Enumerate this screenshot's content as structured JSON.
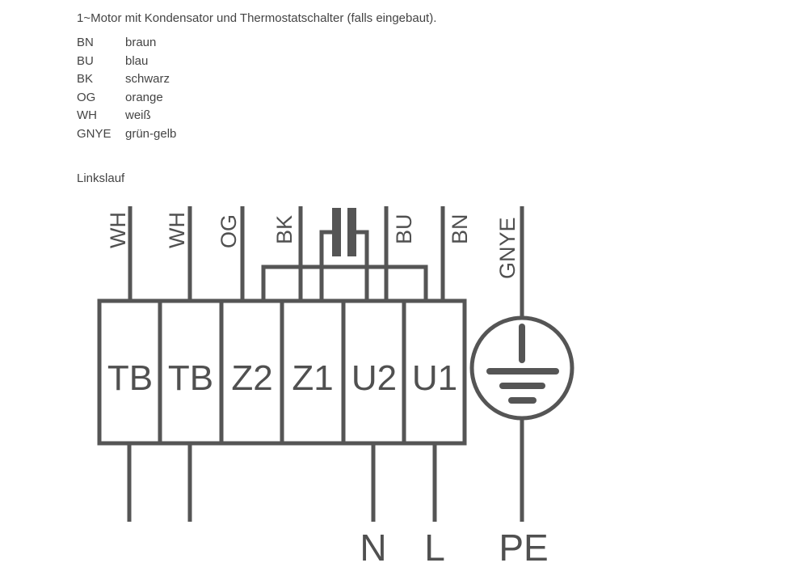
{
  "title": "1~Motor mit Kondensator und Thermostatschalter (falls eingebaut).",
  "legend": [
    {
      "code": "BN",
      "color": "braun"
    },
    {
      "code": "BU",
      "color": "blau"
    },
    {
      "code": "BK",
      "color": "schwarz"
    },
    {
      "code": "OG",
      "color": "orange"
    },
    {
      "code": "WH",
      "color": "weiß"
    },
    {
      "code": "GNYE",
      "color": "grün-gelb"
    }
  ],
  "section_title": "Linkslauf",
  "diagram": {
    "wire_labels": [
      "WH",
      "WH",
      "OG",
      "BK",
      "BU",
      "BN",
      "GNYE"
    ],
    "terminals": [
      "TB",
      "TB",
      "Z2",
      "Z1",
      "U2",
      "U1"
    ],
    "supply_labels": [
      "N",
      "L",
      "PE"
    ],
    "line_color": "#555555"
  }
}
